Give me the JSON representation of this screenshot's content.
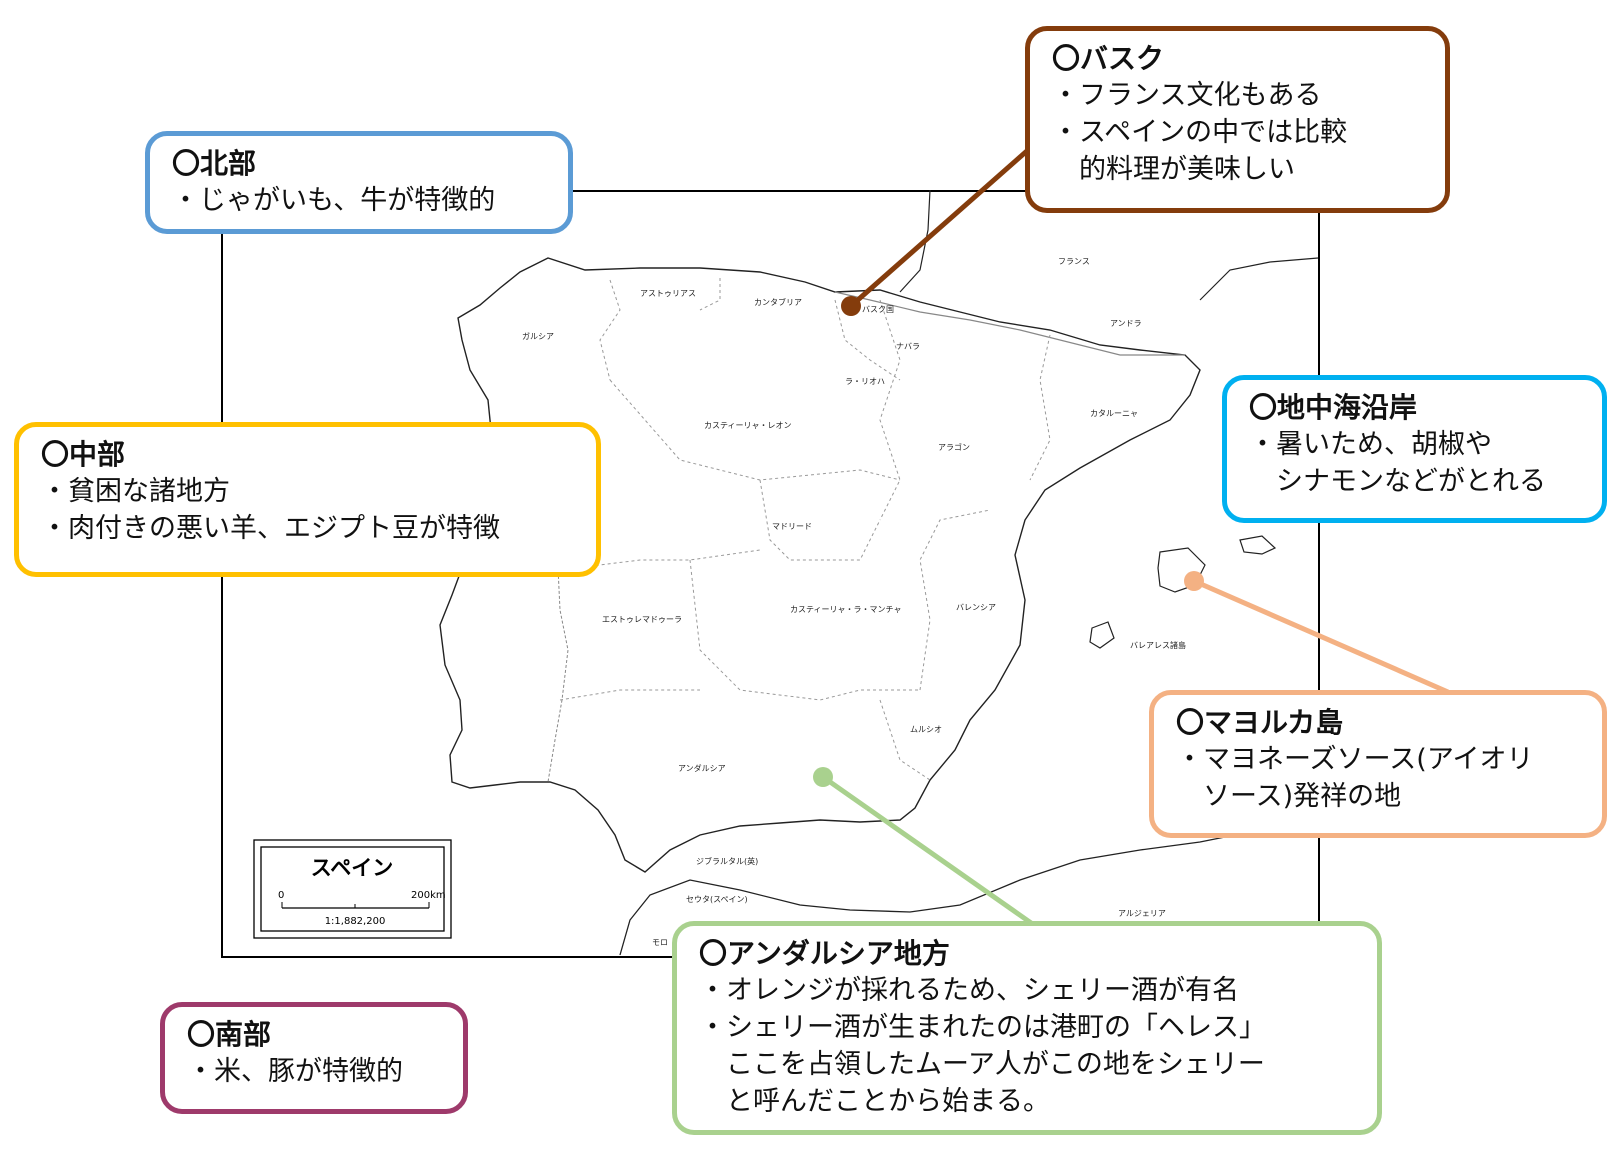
{
  "colors": {
    "north": "#5b9bd5",
    "central": "#ffc000",
    "south": "#9e3a6b",
    "basque": "#843c0c",
    "mediterranean": "#00b0f0",
    "mallorca": "#f4b183",
    "andalusia": "#a9d18e"
  },
  "map": {
    "region_labels": {
      "france": "フランス",
      "andorra": "アンドラ",
      "asturias": "アストゥリアス",
      "cantabria": "カンタブリア",
      "basque": "バスク国",
      "galicia": "ガルシア",
      "navarra": "ナバラ",
      "rioja": "ラ・リオハ",
      "castilla_leon": "カスティーリャ・レオン",
      "aragon": "アラゴン",
      "catalonia": "カタルーニャ",
      "madrid": "マドリード",
      "extremadura": "エストゥレマドゥーラ",
      "castilla_mancha": "カスティーリャ・ラ・マンチャ",
      "valencia": "バレンシア",
      "balearic": "バレアレス諸島",
      "murcia": "ムルシオ",
      "andalusia": "アンダルシア",
      "gibraltar": "ジブラルタル(英)",
      "ceuta": "セウタ(スペイン)",
      "morocco": "モロ",
      "algeria": "アルジェリア"
    },
    "scale": {
      "title": "スペイン",
      "zero": "0",
      "max": "200km",
      "ratio": "1:1,882,200"
    }
  },
  "callouts": {
    "north": {
      "title": "〇北部",
      "lines": [
        "・じゃがいも、牛が特徴的"
      ]
    },
    "basque": {
      "title": "〇バスク",
      "lines": [
        "・フランス文化もある",
        "・スペインの中では比較",
        "的料理が美味しい"
      ]
    },
    "central": {
      "title": "〇中部",
      "lines": [
        "・貧困な諸地方",
        "・肉付きの悪い羊、エジプト豆が特徴"
      ]
    },
    "mediterranean": {
      "title": "〇地中海沿岸",
      "lines": [
        "・暑いため、胡椒や",
        "シナモンなどがとれる"
      ]
    },
    "mallorca": {
      "title": "〇マヨルカ島",
      "lines": [
        "・マヨネーズソース(アイオリ",
        "ソース)発祥の地"
      ]
    },
    "andalusia": {
      "title": "〇アンダルシア地方",
      "lines": [
        "・オレンジが採れるため、シェリー酒が有名",
        "・シェリー酒が生まれたのは港町の「ヘレス」",
        "ここを占領したムーア人がこの地をシェリー",
        "と呼んだことから始まる。"
      ]
    },
    "south": {
      "title": "〇南部",
      "lines": [
        "・米、豚が特徴的"
      ]
    }
  }
}
